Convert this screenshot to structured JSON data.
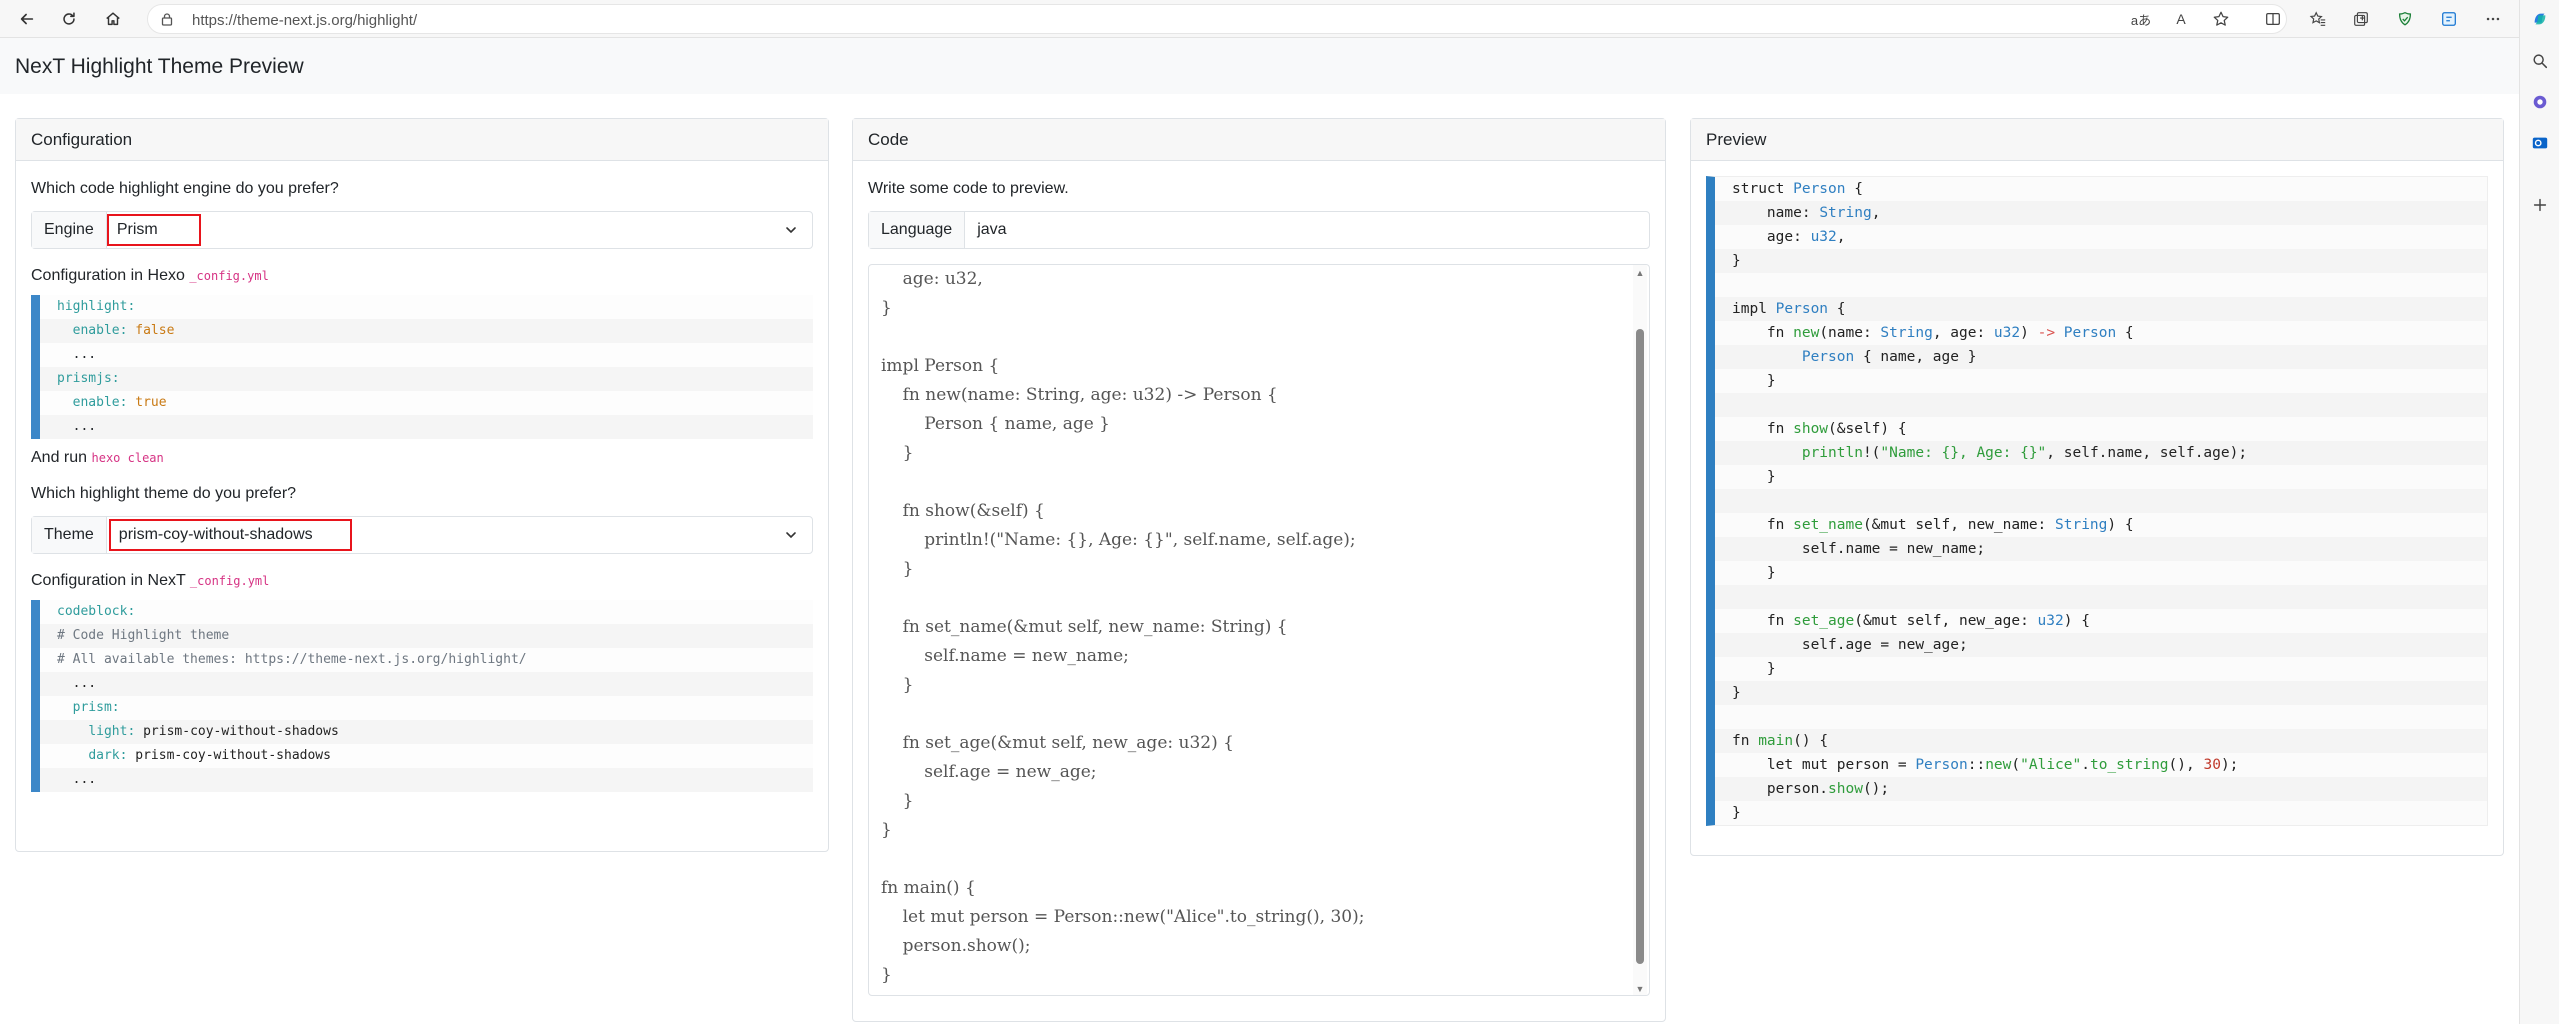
{
  "browser": {
    "url": "https://theme-next.js.org/highlight/",
    "read_aloud_label": "aあ",
    "font_label": "A"
  },
  "page": {
    "title": "NexT Highlight Theme Preview"
  },
  "configuration": {
    "header": "Configuration",
    "engine_question": "Which code highlight engine do you prefer?",
    "engine_label": "Engine",
    "engine_value": "Prism",
    "hexo_config_prefix": "Configuration in Hexo",
    "hexo_config_file": "_config.yml",
    "hexo_code": [
      {
        "key": "highlight:",
        "val": "",
        "indent": ""
      },
      {
        "key": "enable:",
        "val": " false",
        "indent": "  "
      },
      {
        "key": "",
        "val": "...",
        "indent": "  "
      },
      {
        "key": "prismjs:",
        "val": "",
        "indent": ""
      },
      {
        "key": "enable:",
        "val": " true",
        "indent": "  "
      },
      {
        "key": "",
        "val": "...",
        "indent": "  "
      }
    ],
    "run_prefix": "And run",
    "run_command": "hexo clean",
    "theme_question": "Which highlight theme do you prefer?",
    "theme_label": "Theme",
    "theme_value": "prism-coy-without-shadows",
    "next_config_prefix": "Configuration in NexT",
    "next_config_file": "_config.yml",
    "next_code": [
      {
        "key": "codeblock:",
        "val": "",
        "indent": "",
        "cls": "k"
      },
      {
        "key": "# Code Highlight theme",
        "val": "",
        "indent": "",
        "cls": "cmt"
      },
      {
        "key": "# All available themes: https://theme-next.js.org/highlight/",
        "val": "",
        "indent": "",
        "cls": "cmt"
      },
      {
        "key": "",
        "val": "...",
        "indent": "  ",
        "cls": "k"
      },
      {
        "key": "prism:",
        "val": "",
        "indent": "  ",
        "cls": "k"
      },
      {
        "key": "light:",
        "val": " prism-coy-without-shadows",
        "indent": "    ",
        "cls": "k"
      },
      {
        "key": "dark:",
        "val": " prism-coy-without-shadows",
        "indent": "    ",
        "cls": "k"
      },
      {
        "key": "",
        "val": "...",
        "indent": "  ",
        "cls": "k"
      }
    ]
  },
  "code": {
    "header": "Code",
    "prompt": "Write some code to preview.",
    "language_label": "Language",
    "language_value": "java",
    "lines": [
      "    age: u32,",
      "}",
      "",
      "impl Person {",
      "    fn new(name: String, age: u32) -> Person {",
      "        Person { name, age }",
      "    }",
      "",
      "    fn show(&self) {",
      "        println!(\"Name: {}, Age: {}\", self.name, self.age);",
      "    }",
      "",
      "    fn set_name(&mut self, new_name: String) {",
      "        self.name = new_name;",
      "    }",
      "",
      "    fn set_age(&mut self, new_age: u32) {",
      "        self.age = new_age;",
      "    }",
      "}",
      "",
      "fn main() {",
      "    let mut person = Person::new(\"Alice\".to_string(), 30);",
      "    person.show();",
      "}"
    ]
  },
  "preview": {
    "header": "Preview",
    "lines": [
      "struct Person {",
      "    name: String,",
      "    age: u32,",
      "}",
      "",
      "impl Person {",
      "    fn new(name: String, age: u32) -> Person {",
      "        Person { name, age }",
      "    }",
      "",
      "    fn show(&self) {",
      "        println!(\"Name: {}, Age: {}\", self.name, self.age);",
      "    }",
      "",
      "    fn set_name(&mut self, new_name: String) {",
      "        self.name = new_name;",
      "    }",
      "",
      "    fn set_age(&mut self, new_age: u32) {",
      "        self.age = new_age;",
      "    }",
      "}",
      "",
      "fn main() {",
      "    let mut person = Person::new(\"Alice\".to_string(), 30);",
      "    person.show();",
      "}"
    ]
  },
  "colors": {
    "accent_bar": "#3c87c8",
    "highlight_box": "#e8141c",
    "keyword": "#2f9c9c",
    "type": "#2f7fc1",
    "function": "#2f9c3b",
    "number": "#c0392b"
  }
}
